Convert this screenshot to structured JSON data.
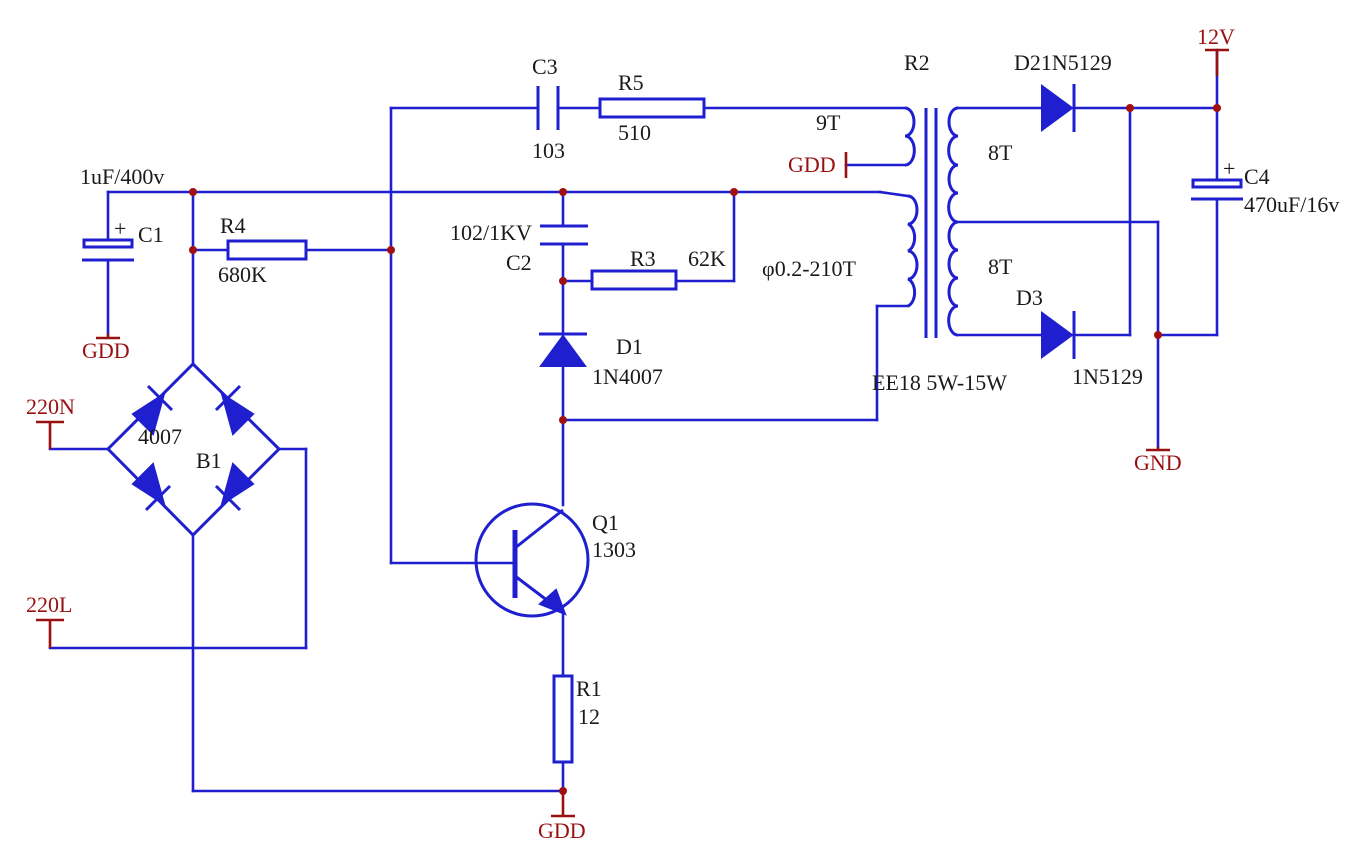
{
  "components": {
    "c1": {
      "ref": "C1",
      "value": "1uF/400v"
    },
    "c2": {
      "ref": "C2",
      "value": "102/1KV"
    },
    "c3": {
      "ref": "C3",
      "value": "103"
    },
    "c4": {
      "ref": "C4",
      "value": "470uF/16v"
    },
    "r1": {
      "ref": "R1",
      "value": "12"
    },
    "r3": {
      "ref": "R3",
      "value": "62K"
    },
    "r4": {
      "ref": "R4",
      "value": "680K"
    },
    "r5": {
      "ref": "R5",
      "value": "510"
    },
    "d1": {
      "ref": "D1",
      "value": "1N4007"
    },
    "d2": {
      "ref_value": "D21N5129"
    },
    "d3": {
      "ref": "D3",
      "value": "1N5129"
    },
    "b1": {
      "ref": "B1",
      "value": "4007"
    },
    "q1": {
      "ref": "Q1",
      "value": "1303"
    },
    "transformer": {
      "ref": "R2",
      "core": "EE18 5W-15W",
      "primary": "φ0.2-210T",
      "feedback": "9T",
      "secondary_top": "8T",
      "secondary_bottom": "8T"
    }
  },
  "nets": {
    "gdd": "GDD",
    "gnd": "GND",
    "out_12v": "12V",
    "ac_n": "220N",
    "ac_l": "220L"
  },
  "colors": {
    "wire": "#1f1fd0",
    "power": "#9a1010",
    "text": "#1a1a1a"
  }
}
